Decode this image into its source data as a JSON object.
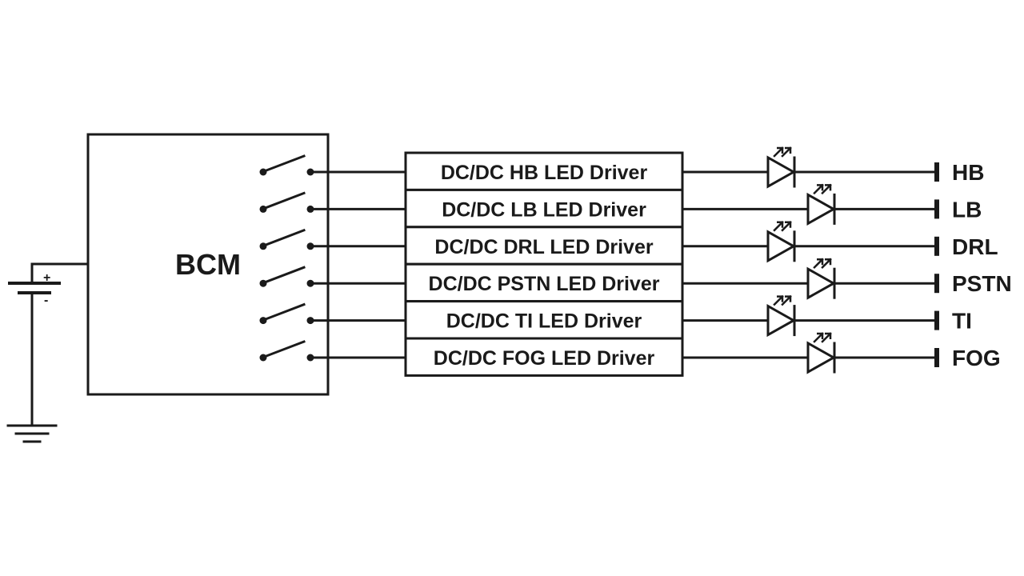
{
  "bcm": {
    "label": "BCM"
  },
  "battery": {
    "plus": "+",
    "minus": "-"
  },
  "channels": [
    {
      "driver": "DC/DC HB LED Driver",
      "output": "HB"
    },
    {
      "driver": "DC/DC LB LED Driver",
      "output": "LB"
    },
    {
      "driver": "DC/DC DRL LED Driver",
      "output": "DRL"
    },
    {
      "driver": "DC/DC PSTN LED Driver",
      "output": "PSTN"
    },
    {
      "driver": "DC/DC TI LED Driver",
      "output": "TI"
    },
    {
      "driver": "DC/DC FOG LED Driver",
      "output": "FOG"
    }
  ],
  "icons": {
    "switch": "switch-icon",
    "led": "led-icon",
    "terminal": "terminal-icon",
    "battery": "battery-icon",
    "ground": "ground-icon"
  },
  "colors": {
    "line": "#1a1a1a",
    "background": "#ffffff"
  }
}
